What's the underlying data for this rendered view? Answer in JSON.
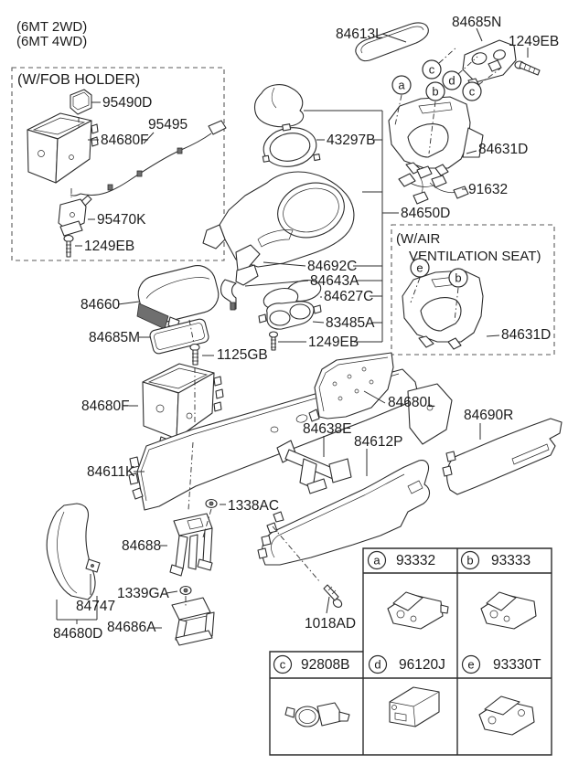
{
  "colors": {
    "background": "#ffffff",
    "line": "#2c2c2c",
    "text": "#1c1c1c"
  },
  "drivetrain_note": {
    "line1": "(6MT 2WD)",
    "line2": "(6MT 4WD)"
  },
  "fob_holder_box": {
    "title": "(W/FOB HOLDER)",
    "fob_holder": "95490D",
    "console_tray": "84680F",
    "cable": "95495",
    "key_lock_bracket": "95470K",
    "screw": "1249EB"
  },
  "top_assembly": {
    "garnish_panel": "84613L",
    "switch_assembly": "84685N",
    "screw": "1249EB",
    "boot_ring": "43297B",
    "upper_cover": "84631D",
    "wiring": "91632",
    "upper_console": "84650D"
  },
  "mid_assembly": {
    "side_cover": "84692C",
    "clip": "84643A",
    "cup_holder_ring": "84627C",
    "cup_holder": "83485A",
    "screw": "1249EB"
  },
  "air_vent_box": {
    "title_line1": "(W/AIR",
    "title_line2": "VENTILATION SEAT)",
    "upper_cover": "84631D"
  },
  "armrest_group": {
    "armrest": "84660",
    "pad": "84685M",
    "bolt": "1125GB",
    "console_box": "84680F"
  },
  "floor_group": {
    "main_body": "84611K",
    "rear_panel": "84680L",
    "side_cover_right": "84690R",
    "bracket_rear": "84638E",
    "rear_console": "84612P",
    "nut_upper": "1338AC",
    "mounting_bracket": "84688",
    "nut_lower": "1339GA",
    "clip": "84747",
    "side_cover_left": "84680D",
    "rear_bracket": "84686A",
    "screw": "1018AD"
  },
  "callouts": {
    "a": "a",
    "b": "b",
    "c": "c",
    "d": "d",
    "e": "e"
  },
  "legend": {
    "cells": [
      {
        "key": "a",
        "part": "93332"
      },
      {
        "key": "b",
        "part": "93333"
      },
      {
        "key": "c",
        "part": "92808B"
      },
      {
        "key": "d",
        "part": "96120J"
      },
      {
        "key": "e",
        "part": "93330T"
      }
    ]
  }
}
